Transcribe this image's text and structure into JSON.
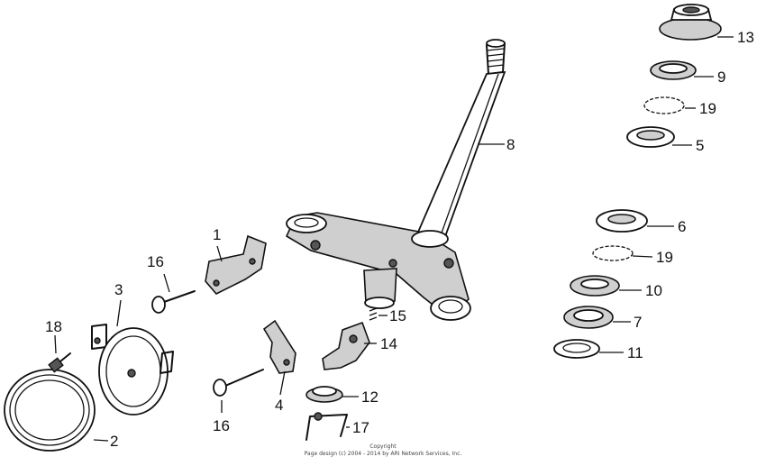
{
  "callouts": [
    {
      "id": "p1",
      "label": "1"
    },
    {
      "id": "p2",
      "label": "2"
    },
    {
      "id": "p3",
      "label": "3"
    },
    {
      "id": "p4",
      "label": "4"
    },
    {
      "id": "p5",
      "label": "5"
    },
    {
      "id": "p6",
      "label": "6"
    },
    {
      "id": "p7",
      "label": "7"
    },
    {
      "id": "p8",
      "label": "8"
    },
    {
      "id": "p9",
      "label": "9"
    },
    {
      "id": "p10",
      "label": "10"
    },
    {
      "id": "p11",
      "label": "11"
    },
    {
      "id": "p12",
      "label": "12"
    },
    {
      "id": "p13",
      "label": "13"
    },
    {
      "id": "p14",
      "label": "14"
    },
    {
      "id": "p15",
      "label": "15"
    },
    {
      "id": "p16a",
      "label": "16"
    },
    {
      "id": "p16b",
      "label": "16"
    },
    {
      "id": "p17",
      "label": "17"
    },
    {
      "id": "p18",
      "label": "18"
    },
    {
      "id": "p19a",
      "label": "19"
    },
    {
      "id": "p19b",
      "label": "19"
    }
  ],
  "footer": {
    "line1": "Copyright",
    "line2": "Page design (c) 2004 - 2014 by ARI Network Services, Inc."
  }
}
